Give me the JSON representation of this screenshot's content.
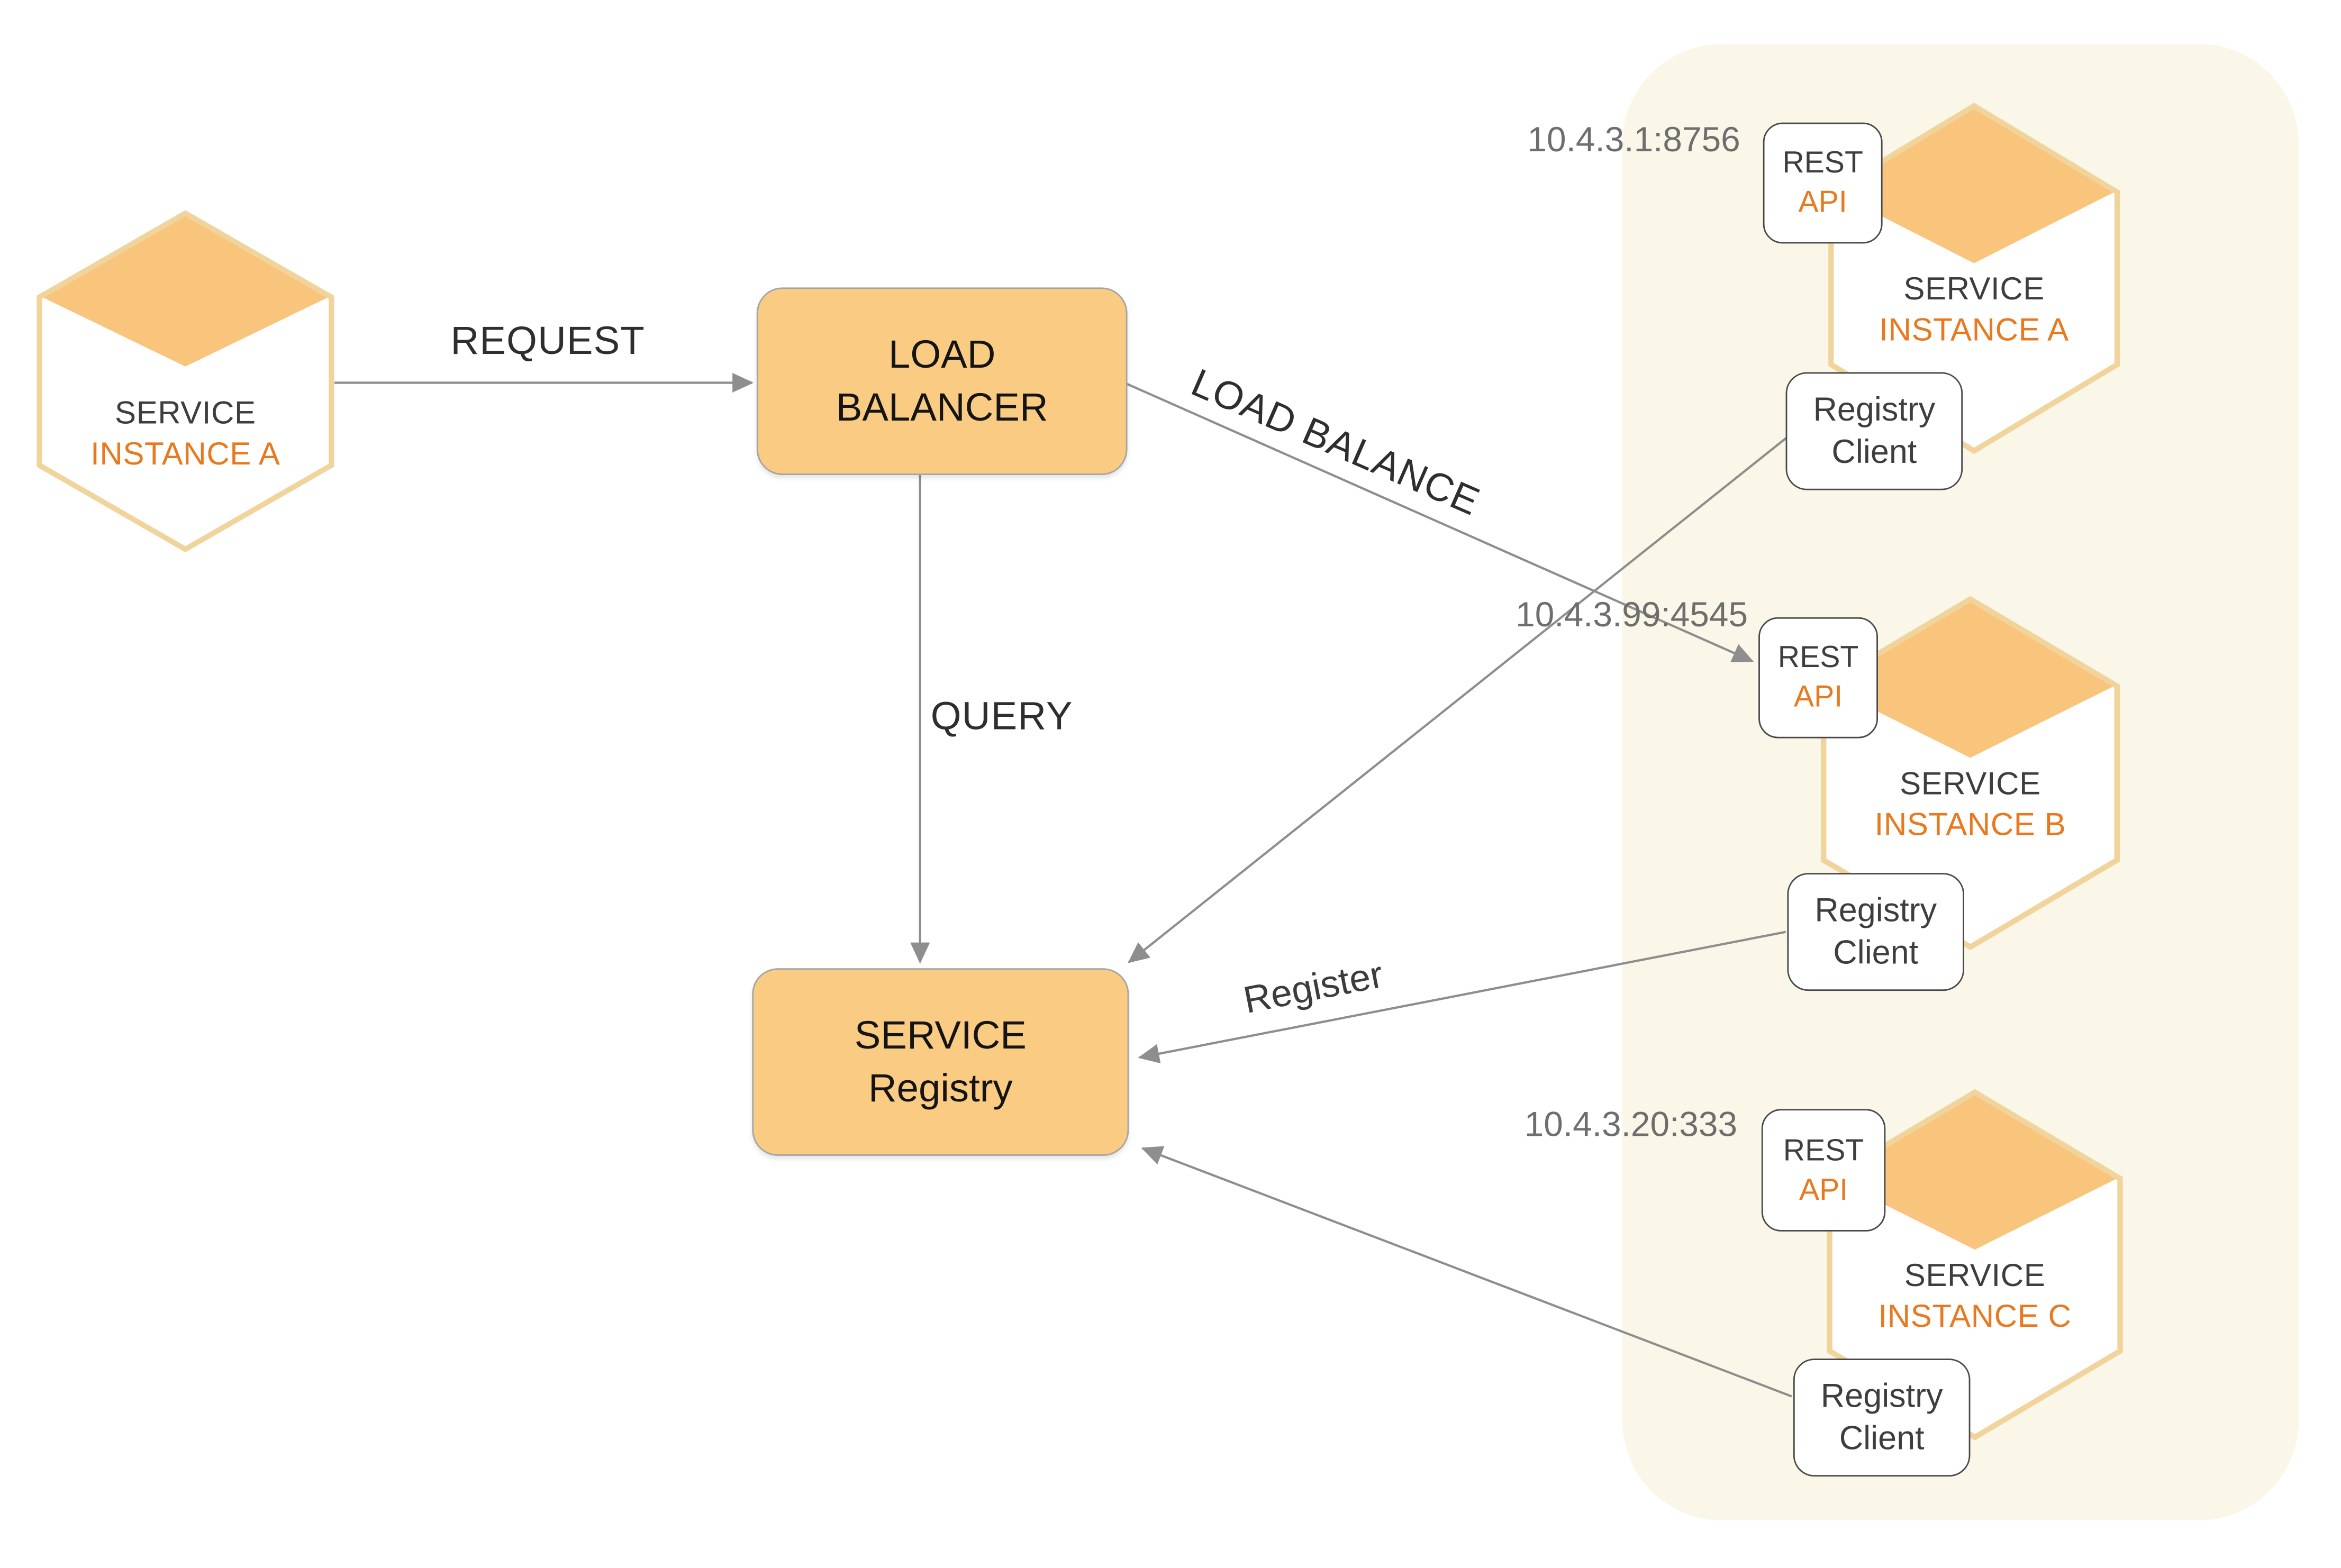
{
  "diagram": {
    "client_hexagon": {
      "line1": "SERVICE",
      "line2": "INSTANCE A"
    },
    "load_balancer": {
      "line1": "LOAD",
      "line2": "BALANCER"
    },
    "service_registry": {
      "line1": "SERVICE",
      "line2": "Registry"
    },
    "edges": {
      "request": "REQUEST",
      "query": "QUERY",
      "load_balance": "LOAD BALANCE",
      "register": "Register"
    },
    "instances": [
      {
        "ip": "10.4.3.1:8756",
        "api": {
          "line1": "REST",
          "line2": "API"
        },
        "hex": {
          "line1": "SERVICE",
          "line2": "INSTANCE A"
        },
        "client": {
          "line1": "Registry",
          "line2": "Client"
        }
      },
      {
        "ip": "10.4.3.99:4545",
        "api": {
          "line1": "REST",
          "line2": "API"
        },
        "hex": {
          "line1": "SERVICE",
          "line2": "INSTANCE B"
        },
        "client": {
          "line1": "Registry",
          "line2": "Client"
        }
      },
      {
        "ip": "10.4.3.20:333",
        "api": {
          "line1": "REST",
          "line2": "API"
        },
        "hex": {
          "line1": "SERVICE",
          "line2": "INSTANCE C"
        },
        "client": {
          "line1": "Registry",
          "line2": "Client"
        }
      }
    ]
  },
  "colors": {
    "orange_fill": "#FACB82",
    "diamond_fill": "#F9C57C",
    "hex_border": "#F1D49C",
    "panel_bg": "#FAF7E9",
    "line_gray": "#8E8E8E",
    "label_dark": "#2E2E2E",
    "hex_text_dark": "#3E3E3E",
    "orange_text": "#E8791E",
    "ip_gray": "#6E6E6E",
    "border_dark": "#4A4A4A",
    "border_gray": "#A5A5A5",
    "box_text": "#141414"
  }
}
